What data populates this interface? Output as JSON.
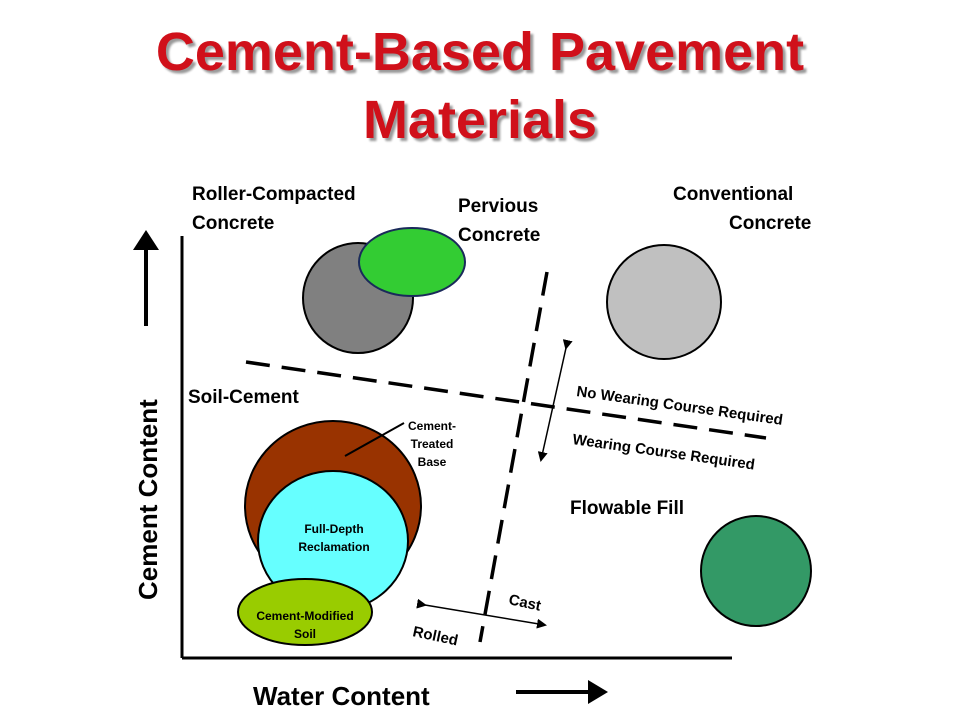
{
  "title": {
    "line1": "Cement-Based Pavement",
    "line2": "Materials"
  },
  "axes": {
    "x_label": "Water Content",
    "y_label": "Cement Content"
  },
  "materials": {
    "rcc": {
      "line1": "Roller-Compacted",
      "line2": "Concrete"
    },
    "pervious": {
      "line1": "Pervious",
      "line2": "Concrete"
    },
    "conventional": {
      "line1": "Conventional",
      "line2": "Concrete"
    },
    "soil_cement": "Soil-Cement",
    "ctb": {
      "line1": "Cement-",
      "line2": "Treated",
      "line3": "Base"
    },
    "fdr": {
      "line1": "Full-Depth",
      "line2": "Reclamation"
    },
    "cms": {
      "line1": "Cement-Modified",
      "line2": "Soil"
    },
    "flowable_fill": "Flowable Fill"
  },
  "boundaries": {
    "no_wearing": "No Wearing Course Required",
    "wearing": "Wearing Course Required",
    "cast": "Cast",
    "rolled": "Rolled"
  },
  "colors": {
    "title": "#d0101a",
    "rcc": "#808080",
    "pervious": "#33cc33",
    "conventional": "#c0c0c0",
    "ctb": "#993300",
    "fdr": "#66ffff",
    "cms": "#99cc00",
    "flowable_fill": "#339966"
  }
}
